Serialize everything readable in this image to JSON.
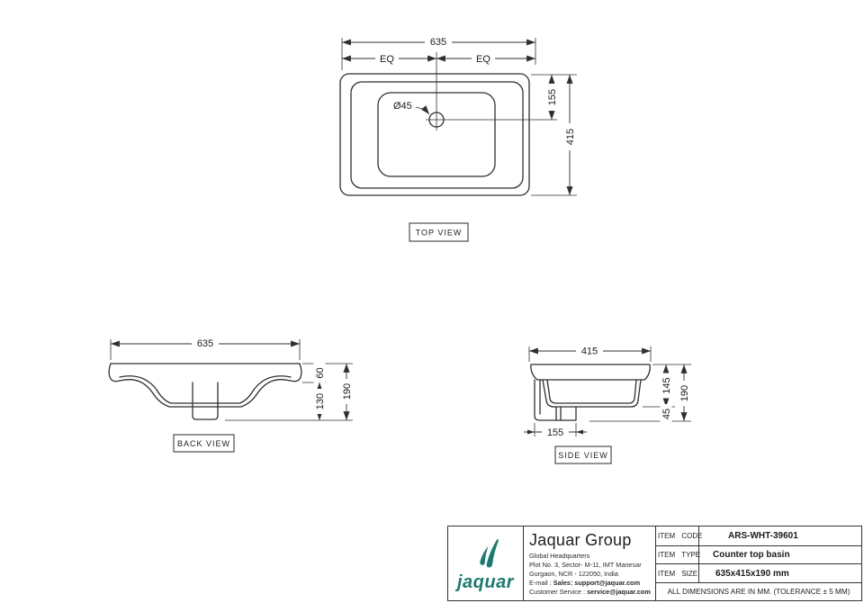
{
  "views": {
    "top": {
      "label": "TOP VIEW",
      "width": "635",
      "eq_left": "EQ",
      "eq_right": "EQ",
      "hole_diameter": "Ø45",
      "hole_offset": "155",
      "depth": "415"
    },
    "back": {
      "label": "BACK VIEW",
      "width": "635",
      "rim_height": "60",
      "bowl_depth": "130",
      "total_height": "190"
    },
    "side": {
      "label": "SIDE VIEW",
      "width": "415",
      "basin_depth": "145",
      "drain_height": "45",
      "total_height": "190",
      "drain_offset": "155"
    }
  },
  "title_block": {
    "logo_text": "jaquar",
    "company": "Jaquar Group",
    "address_line1": "Global Headquarters",
    "address_line2": "Plot No. 3, Sector- M-11, IMT Manesar",
    "address_line3": "Gurgaon, NCR - 122050, India",
    "email_label": "E-mail : ",
    "email_value": "Sales: support@jaquar.com",
    "service_label": "Customer Service : ",
    "service_value": "service@jaquar.com",
    "rows": [
      {
        "label": "ITEM CODE",
        "value": "ARS-WHT-39601"
      },
      {
        "label": "ITEM TYPE",
        "value": "Counter top basin"
      },
      {
        "label": "ITEM SIZE",
        "value": "635x415x190 mm"
      }
    ],
    "note": "ALL DIMENSIONS ARE IN MM. (TOLERANCE ± 5 MM)",
    "brand_color": "#1e7a70"
  }
}
